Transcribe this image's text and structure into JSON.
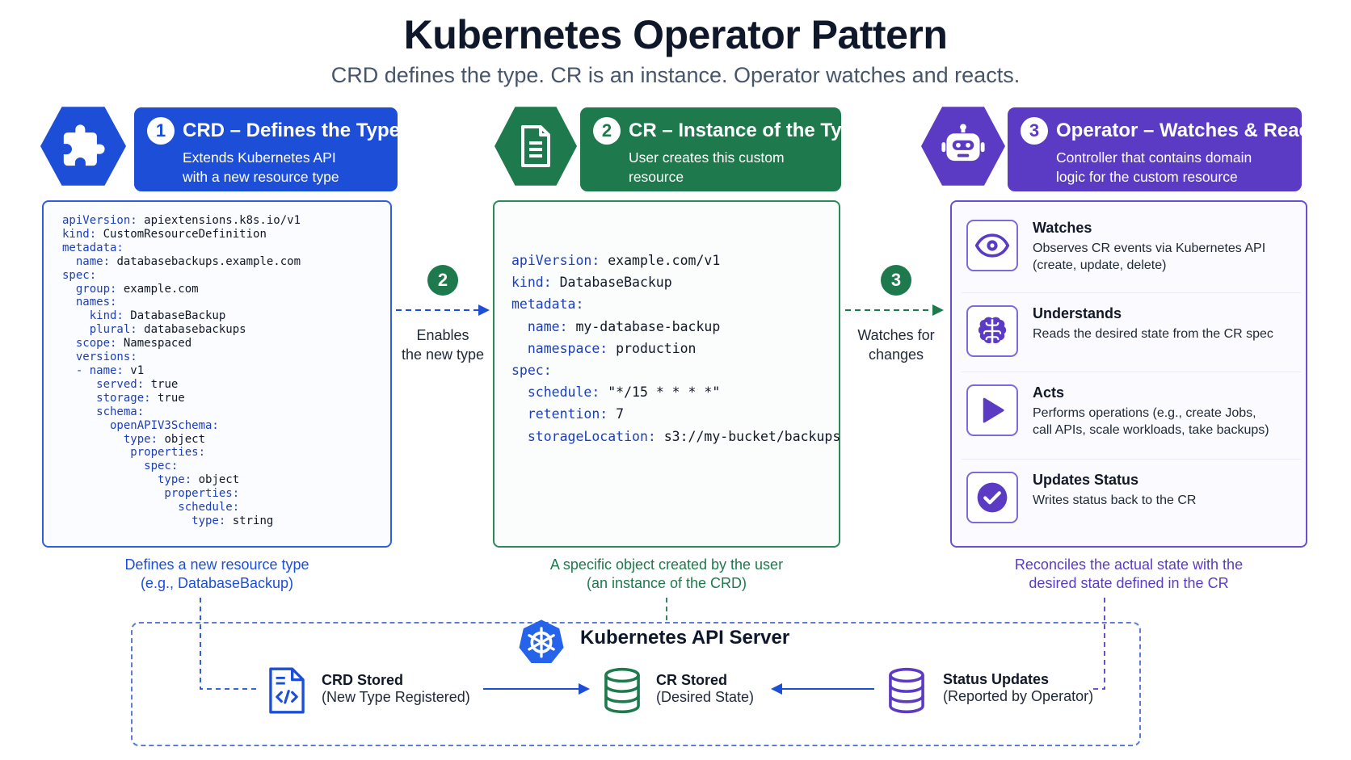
{
  "header": {
    "title": "Kubernetes Operator Pattern",
    "subtitle": "CRD defines the type. CR is an instance. Operator watches and reacts."
  },
  "colors": {
    "blue": "#1d4ed8",
    "green": "#1e7a4c",
    "purple": "#5b3bc4"
  },
  "crd": {
    "icon": "puzzle-icon",
    "number": "1",
    "title": "CRD – Defines the Type",
    "desc_line1": "Extends Kubernetes API",
    "desc_line2": "with a new resource type",
    "code": [
      {
        "k": "apiVersion:",
        "v": " apiextensions.k8s.io/v1"
      },
      {
        "k": "kind:",
        "v": " CustomResourceDefinition"
      },
      {
        "k": "metadata:",
        "v": ""
      },
      {
        "k": "  name:",
        "v": " databasebackups.example.com"
      },
      {
        "k": "spec:",
        "v": ""
      },
      {
        "k": "  group:",
        "v": " example.com"
      },
      {
        "k": "  names:",
        "v": ""
      },
      {
        "k": "    kind:",
        "v": " DatabaseBackup"
      },
      {
        "k": "    plural:",
        "v": " databasebackups"
      },
      {
        "k": "  scope:",
        "v": " Namespaced"
      },
      {
        "k": "  versions:",
        "v": ""
      },
      {
        "k": "  - name:",
        "v": " v1"
      },
      {
        "k": "     served:",
        "v": " true"
      },
      {
        "k": "     storage:",
        "v": " true"
      },
      {
        "k": "     schema:",
        "v": ""
      },
      {
        "k": "       openAPIV3Schema:",
        "v": ""
      },
      {
        "k": "         type:",
        "v": " object"
      },
      {
        "k": "          properties:",
        "v": ""
      },
      {
        "k": "            spec:",
        "v": ""
      },
      {
        "k": "              type:",
        "v": " object"
      },
      {
        "k": "               properties:",
        "v": ""
      },
      {
        "k": "                 schedule:",
        "v": ""
      },
      {
        "k": "                   type:",
        "v": " string"
      }
    ],
    "caption_line1": "Defines a new resource type",
    "caption_line2": "(e.g., DatabaseBackup)"
  },
  "step2": {
    "number": "2",
    "label_line1": "Enables",
    "label_line2": "the new type"
  },
  "cr": {
    "icon": "document-icon",
    "number": "2",
    "title": "CR – Instance of the Type",
    "desc_line1": "User creates this custom",
    "desc_line2": "resource",
    "code": [
      {
        "k": "apiVersion:",
        "v": " example.com/v1"
      },
      {
        "k": "kind:",
        "v": " DatabaseBackup"
      },
      {
        "k": "metadata:",
        "v": ""
      },
      {
        "k": "  name:",
        "v": " my-database-backup"
      },
      {
        "k": "  namespace:",
        "v": " production"
      },
      {
        "k": "spec:",
        "v": ""
      },
      {
        "k": "  schedule:",
        "v": " \"*/15 * * * *\""
      },
      {
        "k": "  retention:",
        "v": " 7"
      },
      {
        "k": "  storageLocation:",
        "v": " s3://my-bucket/backups"
      }
    ],
    "caption_line1": "A specific object created by the user",
    "caption_line2": "(an instance of the CRD)"
  },
  "step3": {
    "number": "3",
    "label_line1": "Watches for",
    "label_line2": "changes"
  },
  "operator": {
    "icon": "robot-icon",
    "number": "3",
    "title": "Operator – Watches & Reacts",
    "desc_line1": "Controller that contains domain",
    "desc_line2": "logic for the custom resource",
    "items": [
      {
        "icon": "eye-icon",
        "title": "Watches",
        "desc_line1": "Observes CR events via Kubernetes API",
        "desc_line2": "(create, update, delete)"
      },
      {
        "icon": "brain-icon",
        "title": "Understands",
        "desc_line1": "Reads the desired state from the CR spec",
        "desc_line2": ""
      },
      {
        "icon": "play-icon",
        "title": "Acts",
        "desc_line1": "Performs operations (e.g., create Jobs,",
        "desc_line2": "call APIs, scale workloads, take backups)"
      },
      {
        "icon": "check-circle-icon",
        "title": "Updates Status",
        "desc_line1": "Writes status back to the CR",
        "desc_line2": ""
      }
    ],
    "caption_line1": "Reconciles the actual state with the",
    "caption_line2": "desired state defined in the CR"
  },
  "api_server": {
    "icon": "kubernetes-helm-icon",
    "title": "Kubernetes API Server",
    "nodes": [
      {
        "icon": "code-file-icon",
        "title": "CRD Stored",
        "sub": "(New Type Registered)"
      },
      {
        "icon": "database-icon",
        "title": "CR Stored",
        "sub": "(Desired State)"
      },
      {
        "icon": "database-icon",
        "title": "Status Updates",
        "sub": "(Reported by Operator)"
      }
    ]
  }
}
